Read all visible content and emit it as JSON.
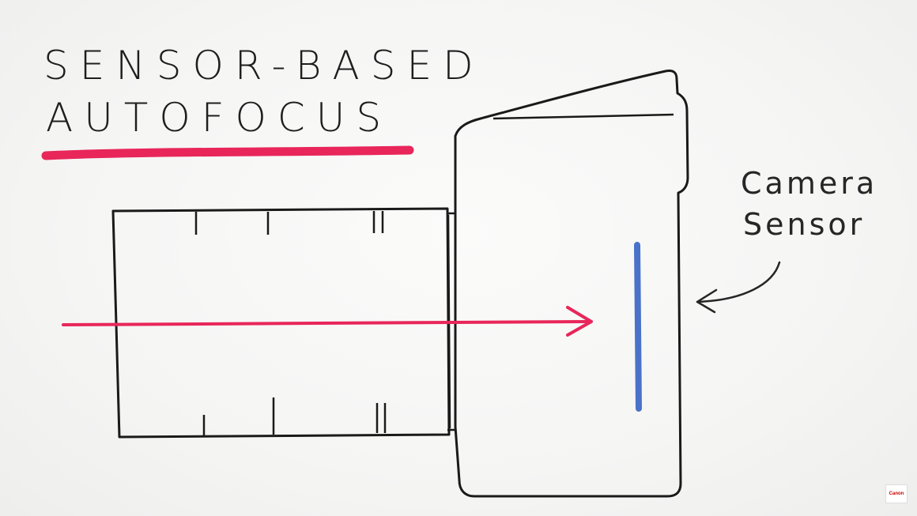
{
  "diagram": {
    "title_line_1": "SENSOR-BASED",
    "title_line_2": "AUTOFOCUS",
    "sensor_label_line_1": "Camera",
    "sensor_label_line_2": "Sensor",
    "logo_text": "Canon"
  },
  "colors": {
    "ink": "#1e1e1e",
    "underline": "#e8265a",
    "light_ray": "#e8265a",
    "sensor": "#4a72c9"
  },
  "icons": {
    "label_pointer": "curved-arrow-icon",
    "ray_head": "arrow-head-icon"
  }
}
